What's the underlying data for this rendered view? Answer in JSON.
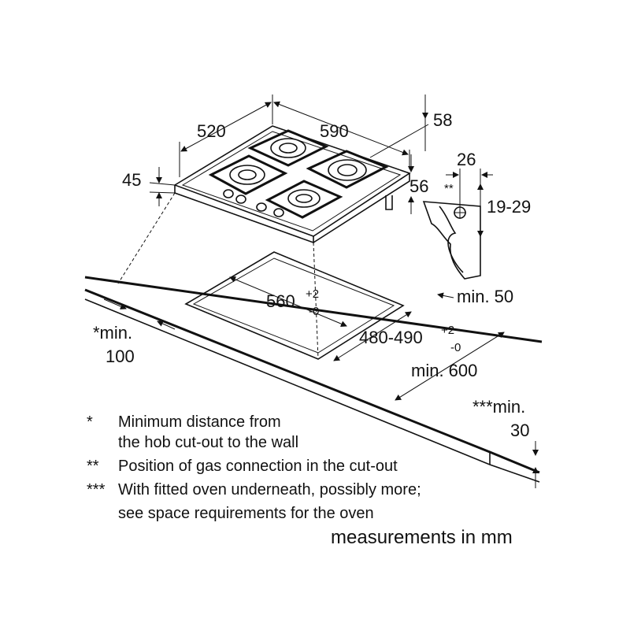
{
  "dimensions": {
    "depth_hob": "520",
    "width_hob": "590",
    "top_offset": "58",
    "height_hob": "45",
    "side_offset": "56",
    "gas_offset": "26",
    "gas_marker": "**",
    "gas_height": "19-29",
    "cutout_width": "560",
    "cutout_width_tol_plus": "+2",
    "cutout_width_tol_minus": "-0",
    "cutout_depth": "480-490",
    "cutout_depth_tol_plus": "+2",
    "cutout_depth_tol_minus": "-0",
    "min_back": "min. 50",
    "min_wall_line1": "*min.",
    "min_wall_line2": "100",
    "min_depth": "min. 600",
    "min_oven_line1": "***min.",
    "min_oven_line2": "30"
  },
  "notes": [
    {
      "marker": "*",
      "lines": [
        "Minimum distance from",
        "the hob cut-out to the wall"
      ]
    },
    {
      "marker": "**",
      "lines": [
        "Position of gas connection in the cut-out"
      ]
    },
    {
      "marker": "***",
      "lines": [
        "With fitted oven underneath, possibly more;",
        "see space requirements for the oven"
      ]
    }
  ],
  "units_note": "measurements in mm"
}
